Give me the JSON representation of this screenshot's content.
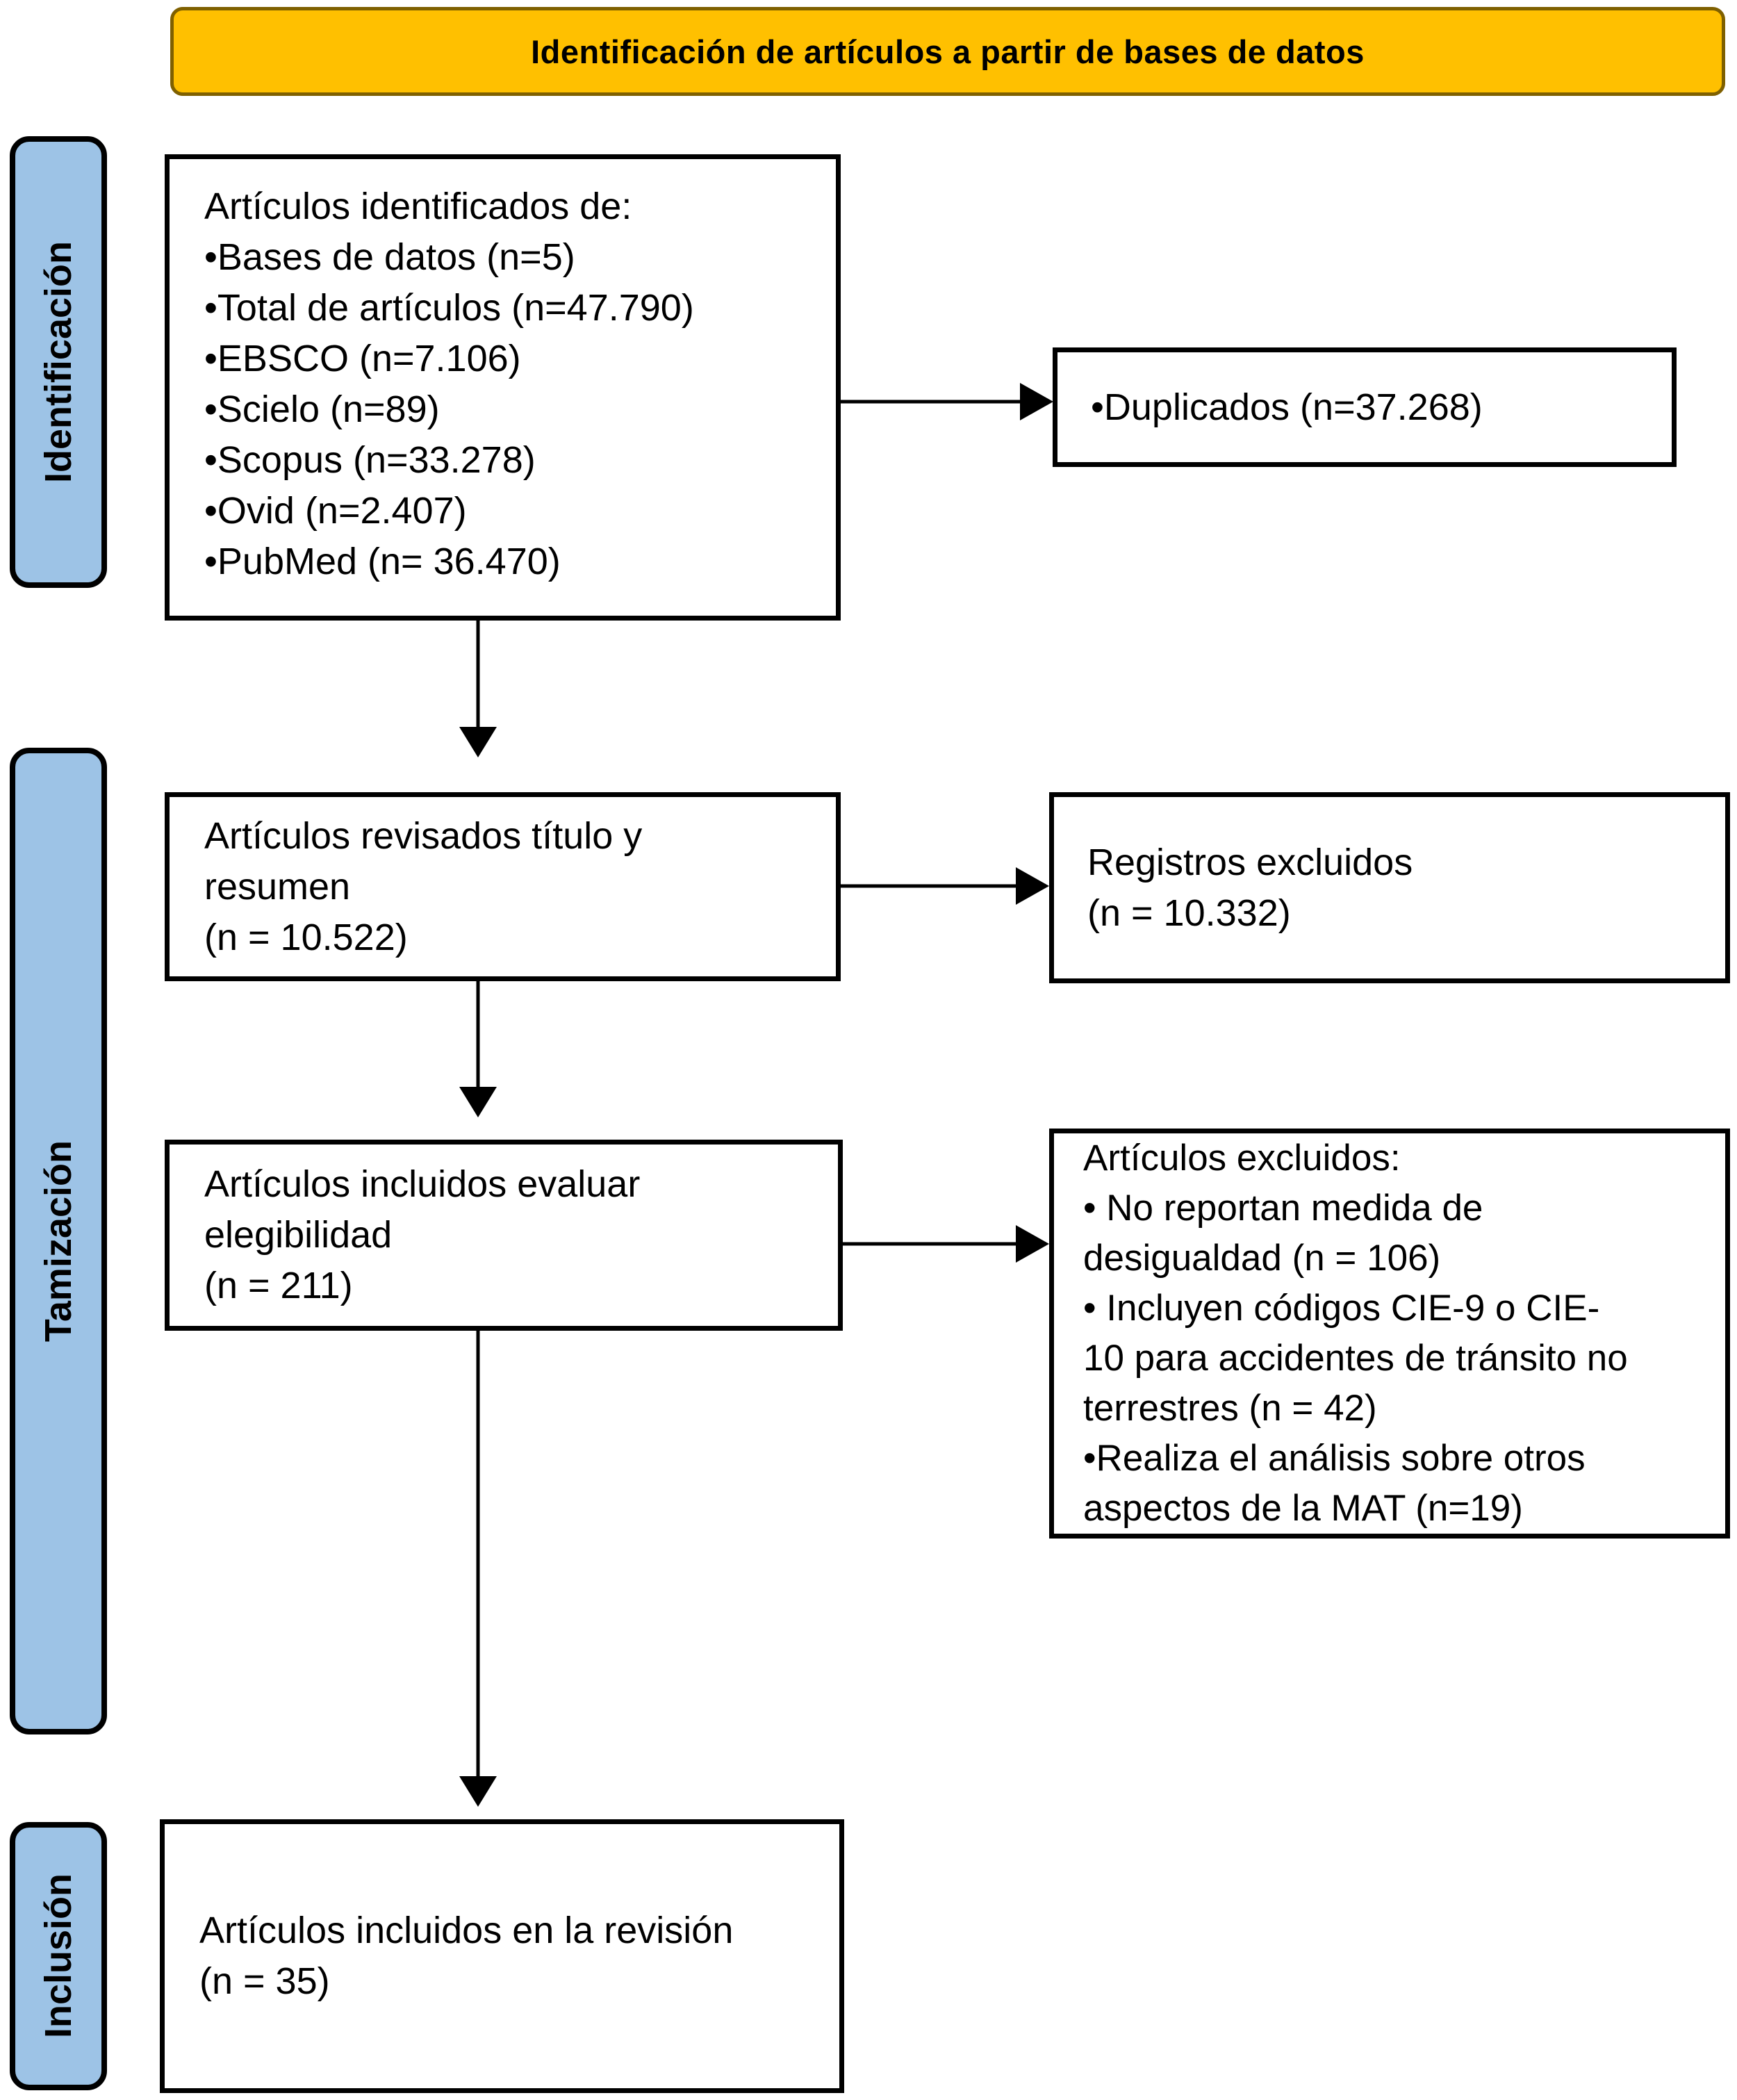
{
  "colors": {
    "header_fill": "#FFC000",
    "header_border": "#7F6000",
    "stage_fill": "#9DC3E6",
    "box_border": "#000000",
    "arrow_color": "#000000"
  },
  "header": {
    "title": "Identificación de artículos a partir de bases de datos"
  },
  "stages": {
    "identificacion": "Identificación",
    "tamizacion": "Tamización",
    "inclusion": "Inclusión"
  },
  "boxes": {
    "identified": {
      "lines": [
        "Artículos identificados de:",
        "•Bases de datos (n=5)",
        "•Total de artículos (n=47.790)",
        "•EBSCO (n=7.106)",
        "•Scielo (n=89)",
        "•Scopus (n=33.278)",
        "•Ovid (n=2.407)",
        "•PubMed (n= 36.470)"
      ]
    },
    "duplicates": {
      "lines": [
        "•Duplicados (n=37.268)"
      ]
    },
    "title_abstract": {
      "lines": [
        "Artículos revisados título y",
        "resumen",
        "(n = 10.522)"
      ]
    },
    "records_excluded": {
      "lines": [
        "Registros excluidos",
        "(n = 10.332)"
      ]
    },
    "eligibility": {
      "lines": [
        "Artículos incluidos evaluar",
        "elegibilidad",
        "(n = 211)"
      ]
    },
    "articles_excluded": {
      "lines": [
        "Artículos excluidos:",
        "• No reportan medida de",
        "desigualdad (n = 106)",
        "• Incluyen códigos CIE-9 o CIE-",
        "10 para accidentes de tránsito no",
        "terrestres (n = 42)",
        "•Realiza el análisis sobre otros",
        "aspectos de la MAT (n=19)"
      ]
    },
    "included": {
      "lines": [
        "Artículos incluidos en la revisión",
        "(n = 35)"
      ]
    }
  }
}
